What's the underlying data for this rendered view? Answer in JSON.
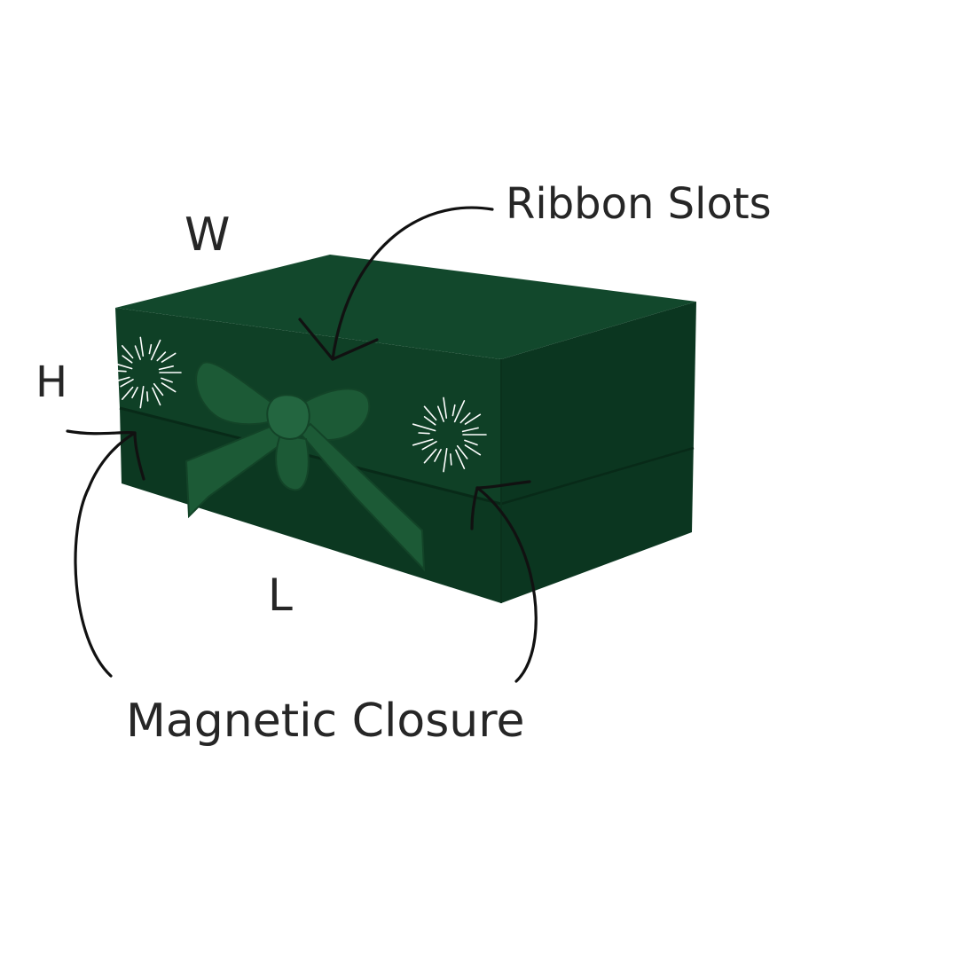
{
  "labels": {
    "width": "W",
    "height": "H",
    "length": "L",
    "ribbon_slots": "Ribbon Slots",
    "magnetic_closure": "Magnetic Closure"
  },
  "colors": {
    "box_front": "#0f4026",
    "box_top": "#12482c",
    "box_side": "#0b3620",
    "ribbon": "#1c5a36",
    "text": "#262626",
    "arrow": "#111111",
    "sparkle": "#ffffff"
  },
  "icons": {
    "sparkle": "sparkle-burst-icon",
    "arrow": "curved-arrow-icon"
  }
}
